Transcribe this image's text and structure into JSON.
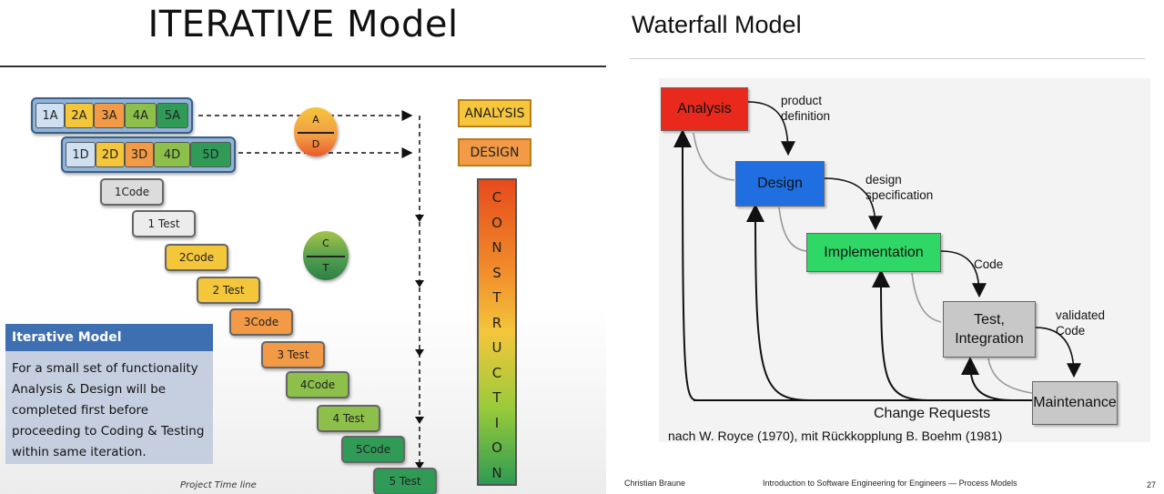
{
  "left": {
    "title": "ITERATIVE Model",
    "analysis_row": {
      "cells": [
        {
          "label": "1A",
          "color": "#cfe0f2"
        },
        {
          "label": "2A",
          "color": "#f4c63a"
        },
        {
          "label": "3A",
          "color": "#f29a45"
        },
        {
          "label": "4A",
          "color": "#8cc04b"
        },
        {
          "label": "5A",
          "color": "#2f9b57"
        }
      ]
    },
    "design_row": {
      "cells": [
        {
          "label": "1D",
          "color": "#cfe0f2"
        },
        {
          "label": "2D",
          "color": "#f4c63a"
        },
        {
          "label": "3D",
          "color": "#f29a45"
        },
        {
          "label": "4D",
          "color": "#8cc04b"
        },
        {
          "label": "5D",
          "color": "#2f9b57"
        }
      ]
    },
    "steps": [
      {
        "label": "1Code",
        "color": "#dcdcdc"
      },
      {
        "label": "1 Test",
        "color": "#ececec"
      },
      {
        "label": "2Code",
        "color": "#f4c63a"
      },
      {
        "label": "2 Test",
        "color": "#f4c63a"
      },
      {
        "label": "3Code",
        "color": "#f29a45"
      },
      {
        "label": "3 Test",
        "color": "#f29a45"
      },
      {
        "label": "4Code",
        "color": "#8cc04b"
      },
      {
        "label": "4 Test",
        "color": "#8cc04b"
      },
      {
        "label": "5Code",
        "color": "#2f9b57"
      },
      {
        "label": "5 Test",
        "color": "#2f9b57"
      }
    ],
    "ad_circle": {
      "top": "A",
      "bottom": "D"
    },
    "ct_circle": {
      "top": "C",
      "bottom": "T"
    },
    "analysis_label": "ANALYSIS",
    "design_label": "DESIGN",
    "construction_letters": [
      "C",
      "O",
      "N",
      "S",
      "T",
      "R",
      "U",
      "C",
      "T",
      "I",
      "O",
      "N"
    ],
    "info_box": {
      "heading": "Iterative Model",
      "body": "For a small set of functionality Analysis & Design will be completed first before proceeding to Coding & Testing within same iteration."
    },
    "timeline_label": "Project Time line"
  },
  "right": {
    "title": "Waterfall Model",
    "boxes": {
      "analysis": {
        "label": "Analysis",
        "color": "#e8291c"
      },
      "design": {
        "label": "Design",
        "color": "#1f6fe0"
      },
      "implementation": {
        "label": "Implementation",
        "color": "#2fd866"
      },
      "test": {
        "label": "Test, Integration",
        "color": "#c8c8c8"
      },
      "maintenance": {
        "label": "Maintenance",
        "color": "#c8c8c8"
      }
    },
    "labels": {
      "product_definition": "product definition",
      "design_specification": "design specification",
      "code": "Code",
      "validated_code": "validated Code"
    },
    "change_requests": "Change Requests",
    "citation": "nach W. Royce (1970), mit Rückkopplung B. Boehm (1981)",
    "footer": {
      "author": "Christian Braune",
      "course": "Introduction to Software Engineering for Engineers — Process Models",
      "page": "27"
    }
  }
}
